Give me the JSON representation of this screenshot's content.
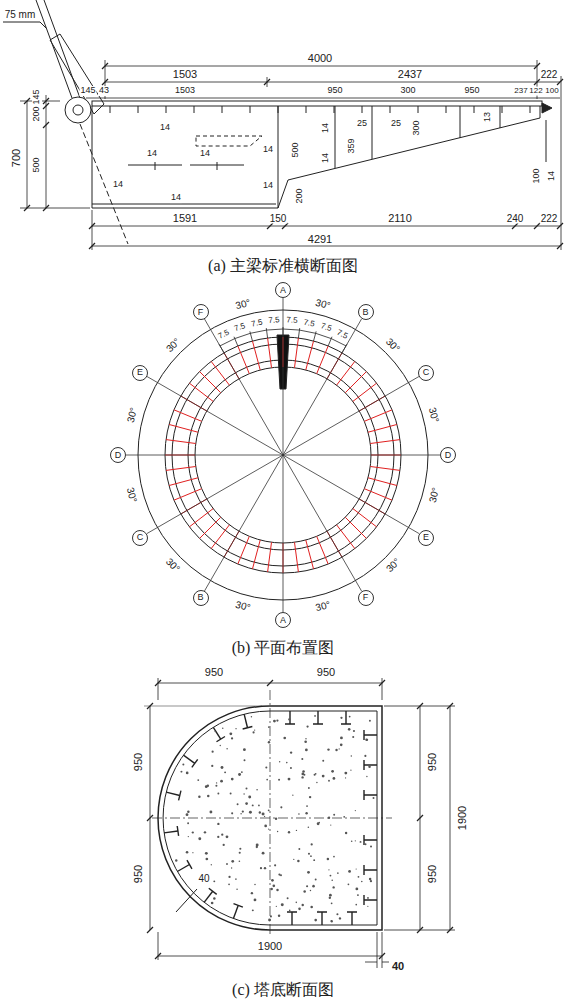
{
  "diagram": {
    "nodes": [
      {
        "text": [
          "A"
        ]
      },
      {
        "text": [
          "B"
        ]
      },
      {
        "text": [
          "C"
        ]
      },
      {
        "text": [
          "D"
        ]
      },
      {
        "text": [
          "E"
        ]
      },
      {
        "text": [
          "F"
        ]
      },
      {
        "text": [
          "A"
        ]
      },
      {
        "text": [
          "B"
        ]
      },
      {
        "text": [
          "C"
        ]
      },
      {
        "text": [
          "D"
        ]
      },
      {
        "text": [
          "E"
        ]
      },
      {
        "text": [
          "F"
        ]
      }
    ],
    "edges": [
      {
        "from": 0,
        "to": 6,
        "arrow": "none"
      },
      {
        "from": 1,
        "to": 7,
        "arrow": "none"
      },
      {
        "from": 2,
        "to": 8,
        "arrow": "none"
      },
      {
        "from": 3,
        "to": 9,
        "arrow": "none"
      },
      {
        "from": 4,
        "to": 10,
        "arrow": "none"
      },
      {
        "from": 5,
        "to": 11,
        "arrow": "none"
      }
    ],
    "labels": [
      "75 mm",
      "4000",
      "1503",
      "2437",
      "222",
      "145",
      "43",
      "1503",
      "950",
      "300",
      "950",
      "237",
      "122",
      "100",
      "700",
      "200",
      "145",
      "500",
      "14",
      "14",
      "14",
      "14",
      "14",
      "14",
      "14",
      "500",
      "359",
      "25",
      "25",
      "300",
      "14",
      "14",
      "200",
      "13",
      "100",
      "14",
      "1591",
      "150",
      "2110",
      "240",
      "222",
      "4291",
      "(a) 主梁标准横断面图",
      "30°",
      "30°",
      "30°",
      "30°",
      "30°",
      "30°",
      "30°",
      "30°",
      "30°",
      "30°",
      "30°",
      "30°",
      "7.5",
      "7.5",
      "7.5",
      "7.5",
      "7.5",
      "7.5",
      "7.5",
      "7.5",
      "(b) 平面布置图",
      "950",
      "950",
      "950",
      "950",
      "950",
      "950",
      "1900",
      "40",
      "1900",
      "40",
      "(c) 塔底断面图"
    ]
  }
}
